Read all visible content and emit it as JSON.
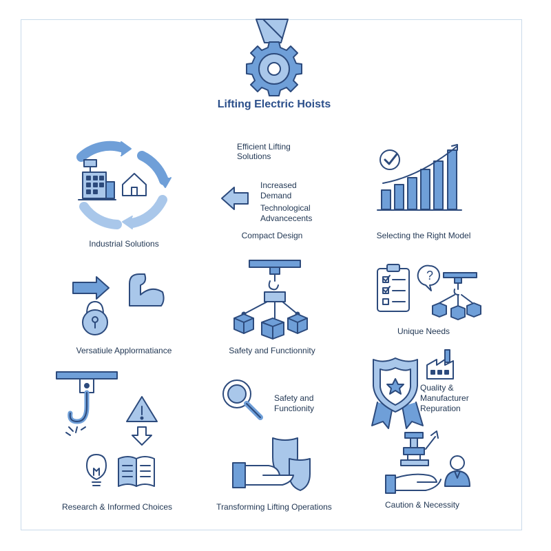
{
  "title": "Lifting Electric Hoists",
  "colors": {
    "stroke": "#2c4a7c",
    "fill_light": "#a9c7ea",
    "fill_mid": "#6f9fd8",
    "border": "#c9daea"
  },
  "center_notes": {
    "efficient_line1": "Efficient Lifting",
    "efficient_line2": "Solutions",
    "increased_line1": "Increased",
    "increased_line2": "Demand",
    "tech_line1": "Technological",
    "tech_line2": "Advancecents"
  },
  "labels": {
    "industrial": "Industrial Solutions",
    "compact": "Compact Design",
    "selecting": "Selecting the Right Model",
    "versatile": "Versatiule Applormatiance",
    "safety1": "Safety and Functionnity",
    "unique": "Unique Needs",
    "safety2_line1": "Safety and",
    "safety2_line2": "Functionity",
    "quality_line1": "Quality &",
    "quality_line2": "Manufacturer",
    "quality_line3": "Repuration",
    "research": "Research & Informed Choices",
    "transforming": "Transforming Lifting Operations",
    "caution": "Caution & Necessity"
  },
  "icons": [
    "hoist-gear-icon",
    "cycle-arrows-icon",
    "factory-icon",
    "house-icon",
    "arrow-left-icon",
    "bar-chart-icon",
    "checkmark-icon",
    "arrow-right-icon",
    "kettlebell-icon",
    "flexed-arm-icon",
    "hoist-crane-icon",
    "box-icon",
    "checklist-icon",
    "question-bubble-icon",
    "magnifier-icon",
    "crane-hook-icon",
    "warning-icon",
    "arrow-down-icon",
    "lightbulb-icon",
    "book-icon",
    "shield-icon",
    "hand-icon",
    "award-badge-icon",
    "factory-icon",
    "robot-arm-icon",
    "person-icon"
  ]
}
